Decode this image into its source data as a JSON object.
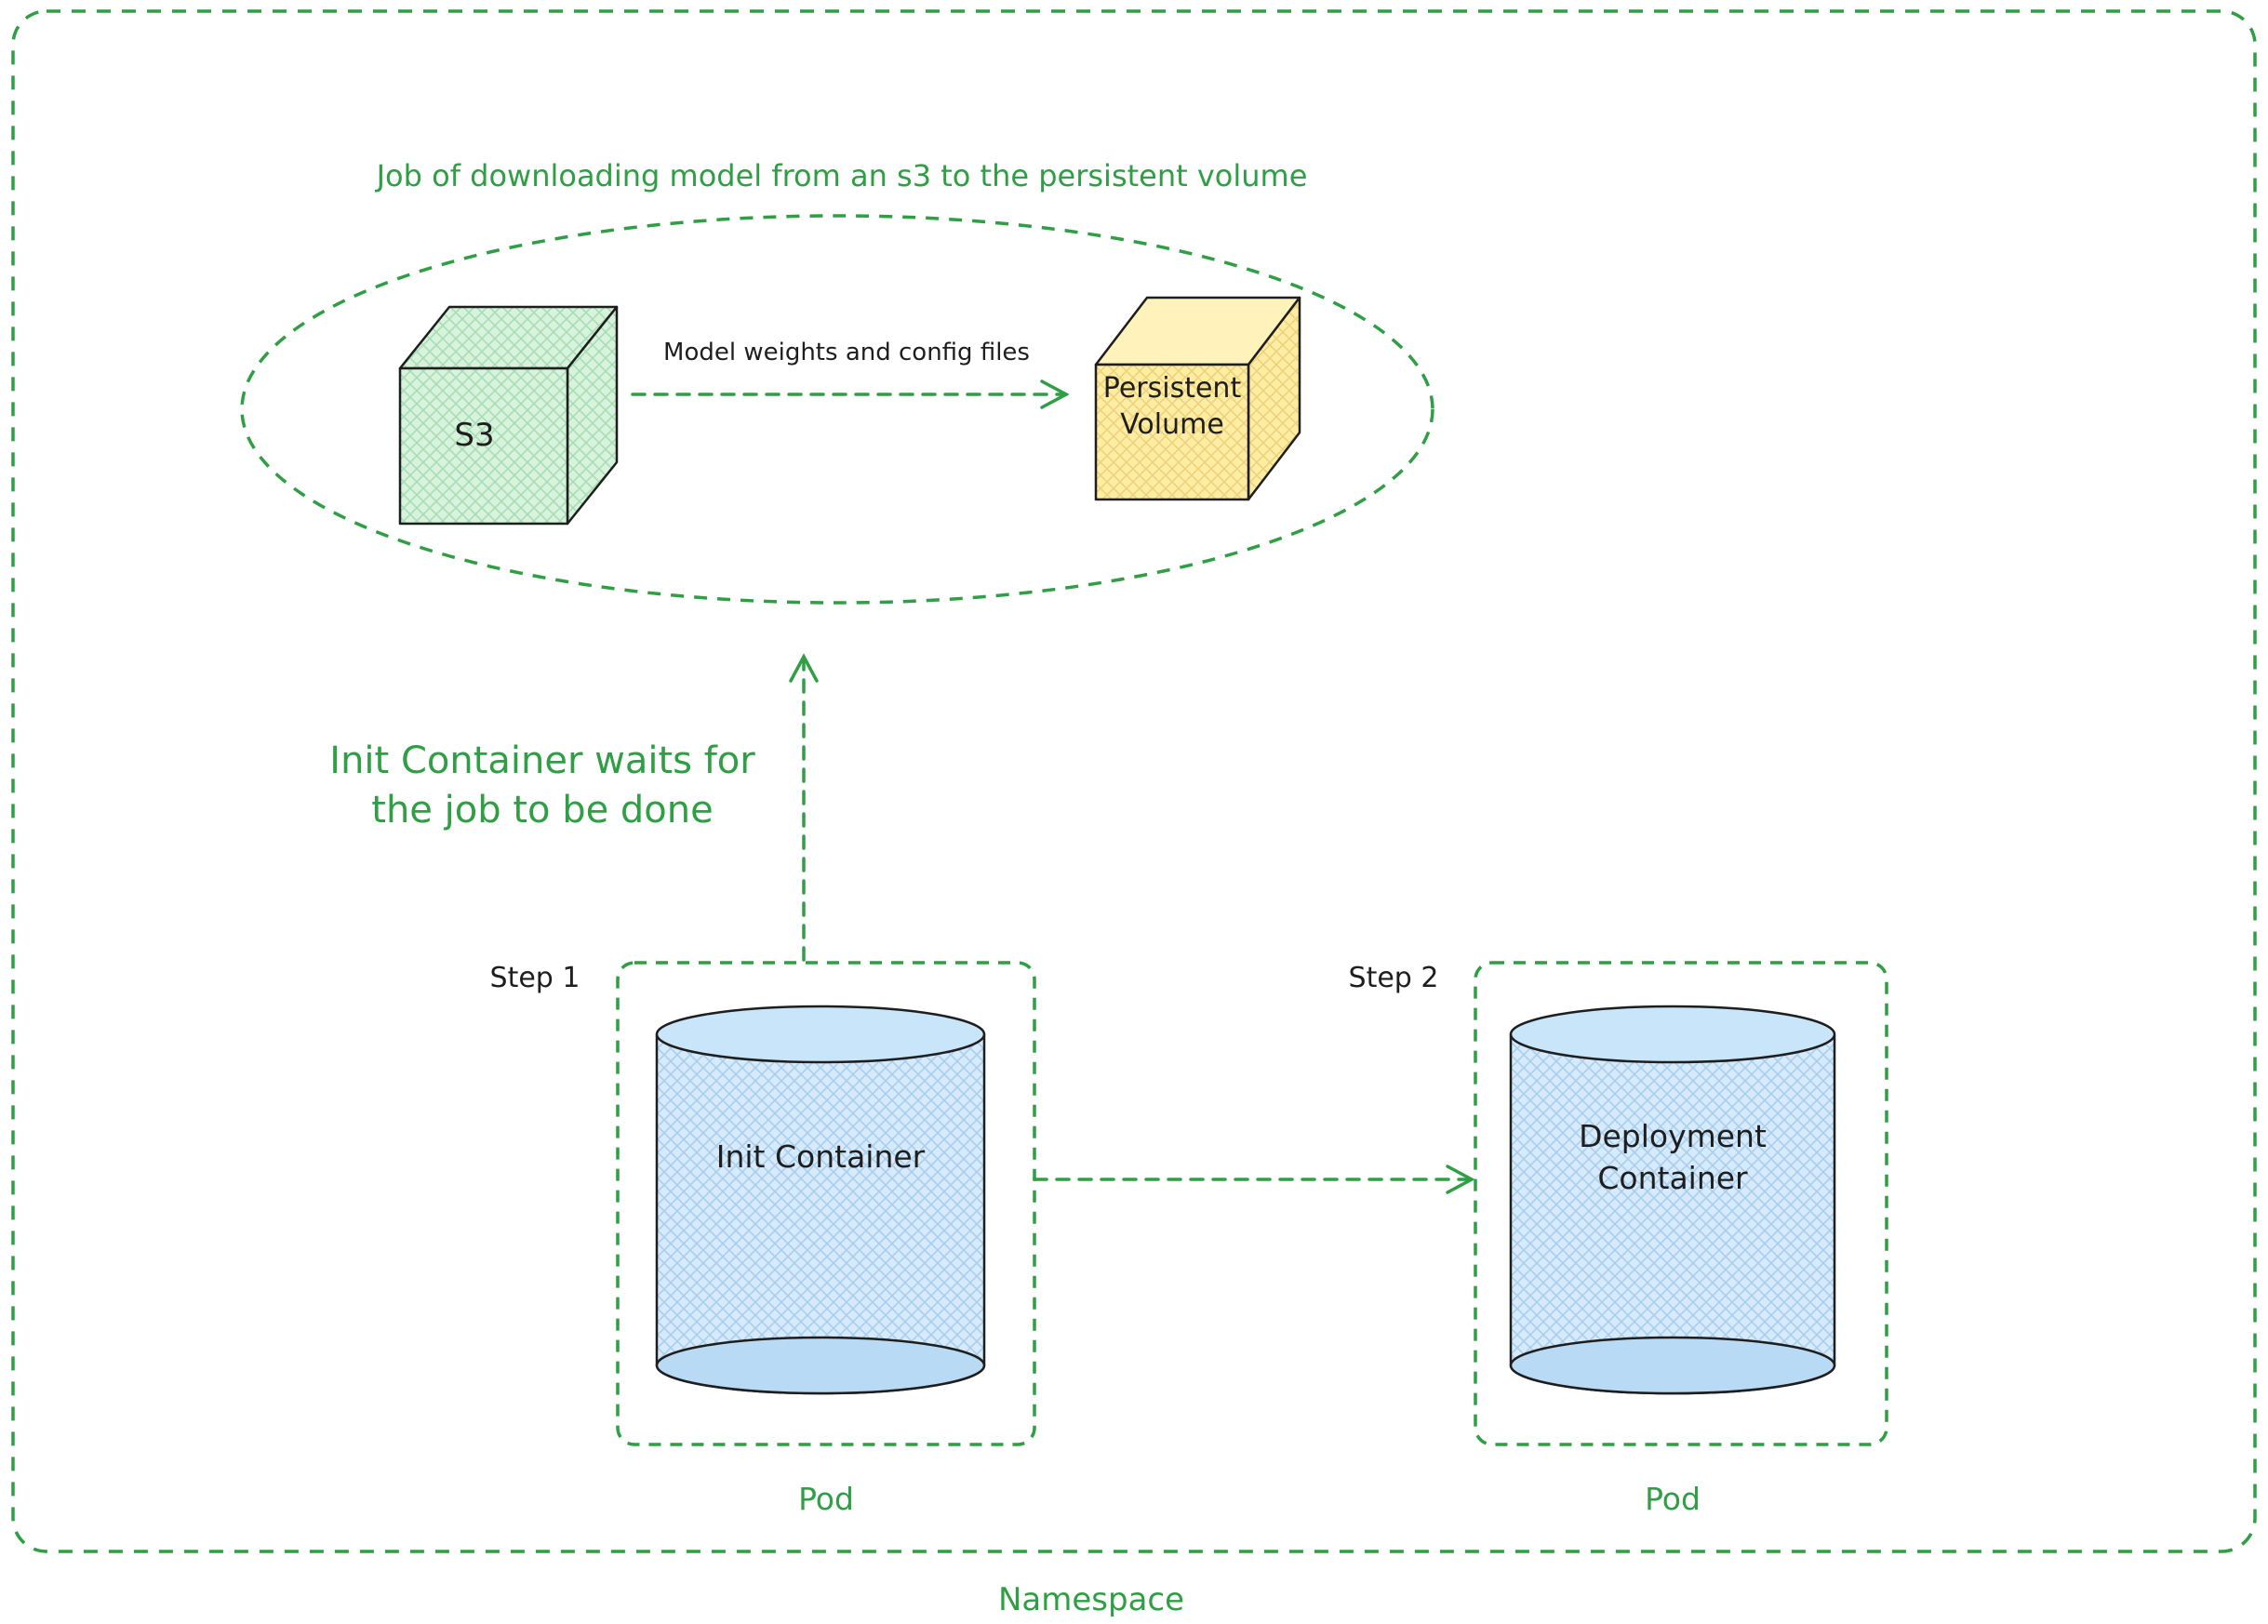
{
  "namespace": {
    "label": "Namespace"
  },
  "job": {
    "title": "Job of downloading model from an s3 to the persistent volume",
    "arrow_label": "Model weights and config files",
    "s3_label": "S3",
    "pv_label_line1": "Persistent",
    "pv_label_line2": "Volume"
  },
  "wait_note": {
    "line1": "Init Container waits for",
    "line2": "the job to be done"
  },
  "steps": {
    "step1_label": "Step 1",
    "step2_label": "Step 2",
    "init_container_label": "Init Container",
    "deployment_line1": "Deployment",
    "deployment_line2": "Container",
    "pod1_label": "Pod",
    "pod2_label": "Pod"
  },
  "colors": {
    "accent_green": "#2f9e44",
    "stroke_dark": "#1e1e1e",
    "s3_fill": "#d8f3dd",
    "pv_fill": "#ffeda3",
    "cylinder_fill": "#d6eafb"
  }
}
